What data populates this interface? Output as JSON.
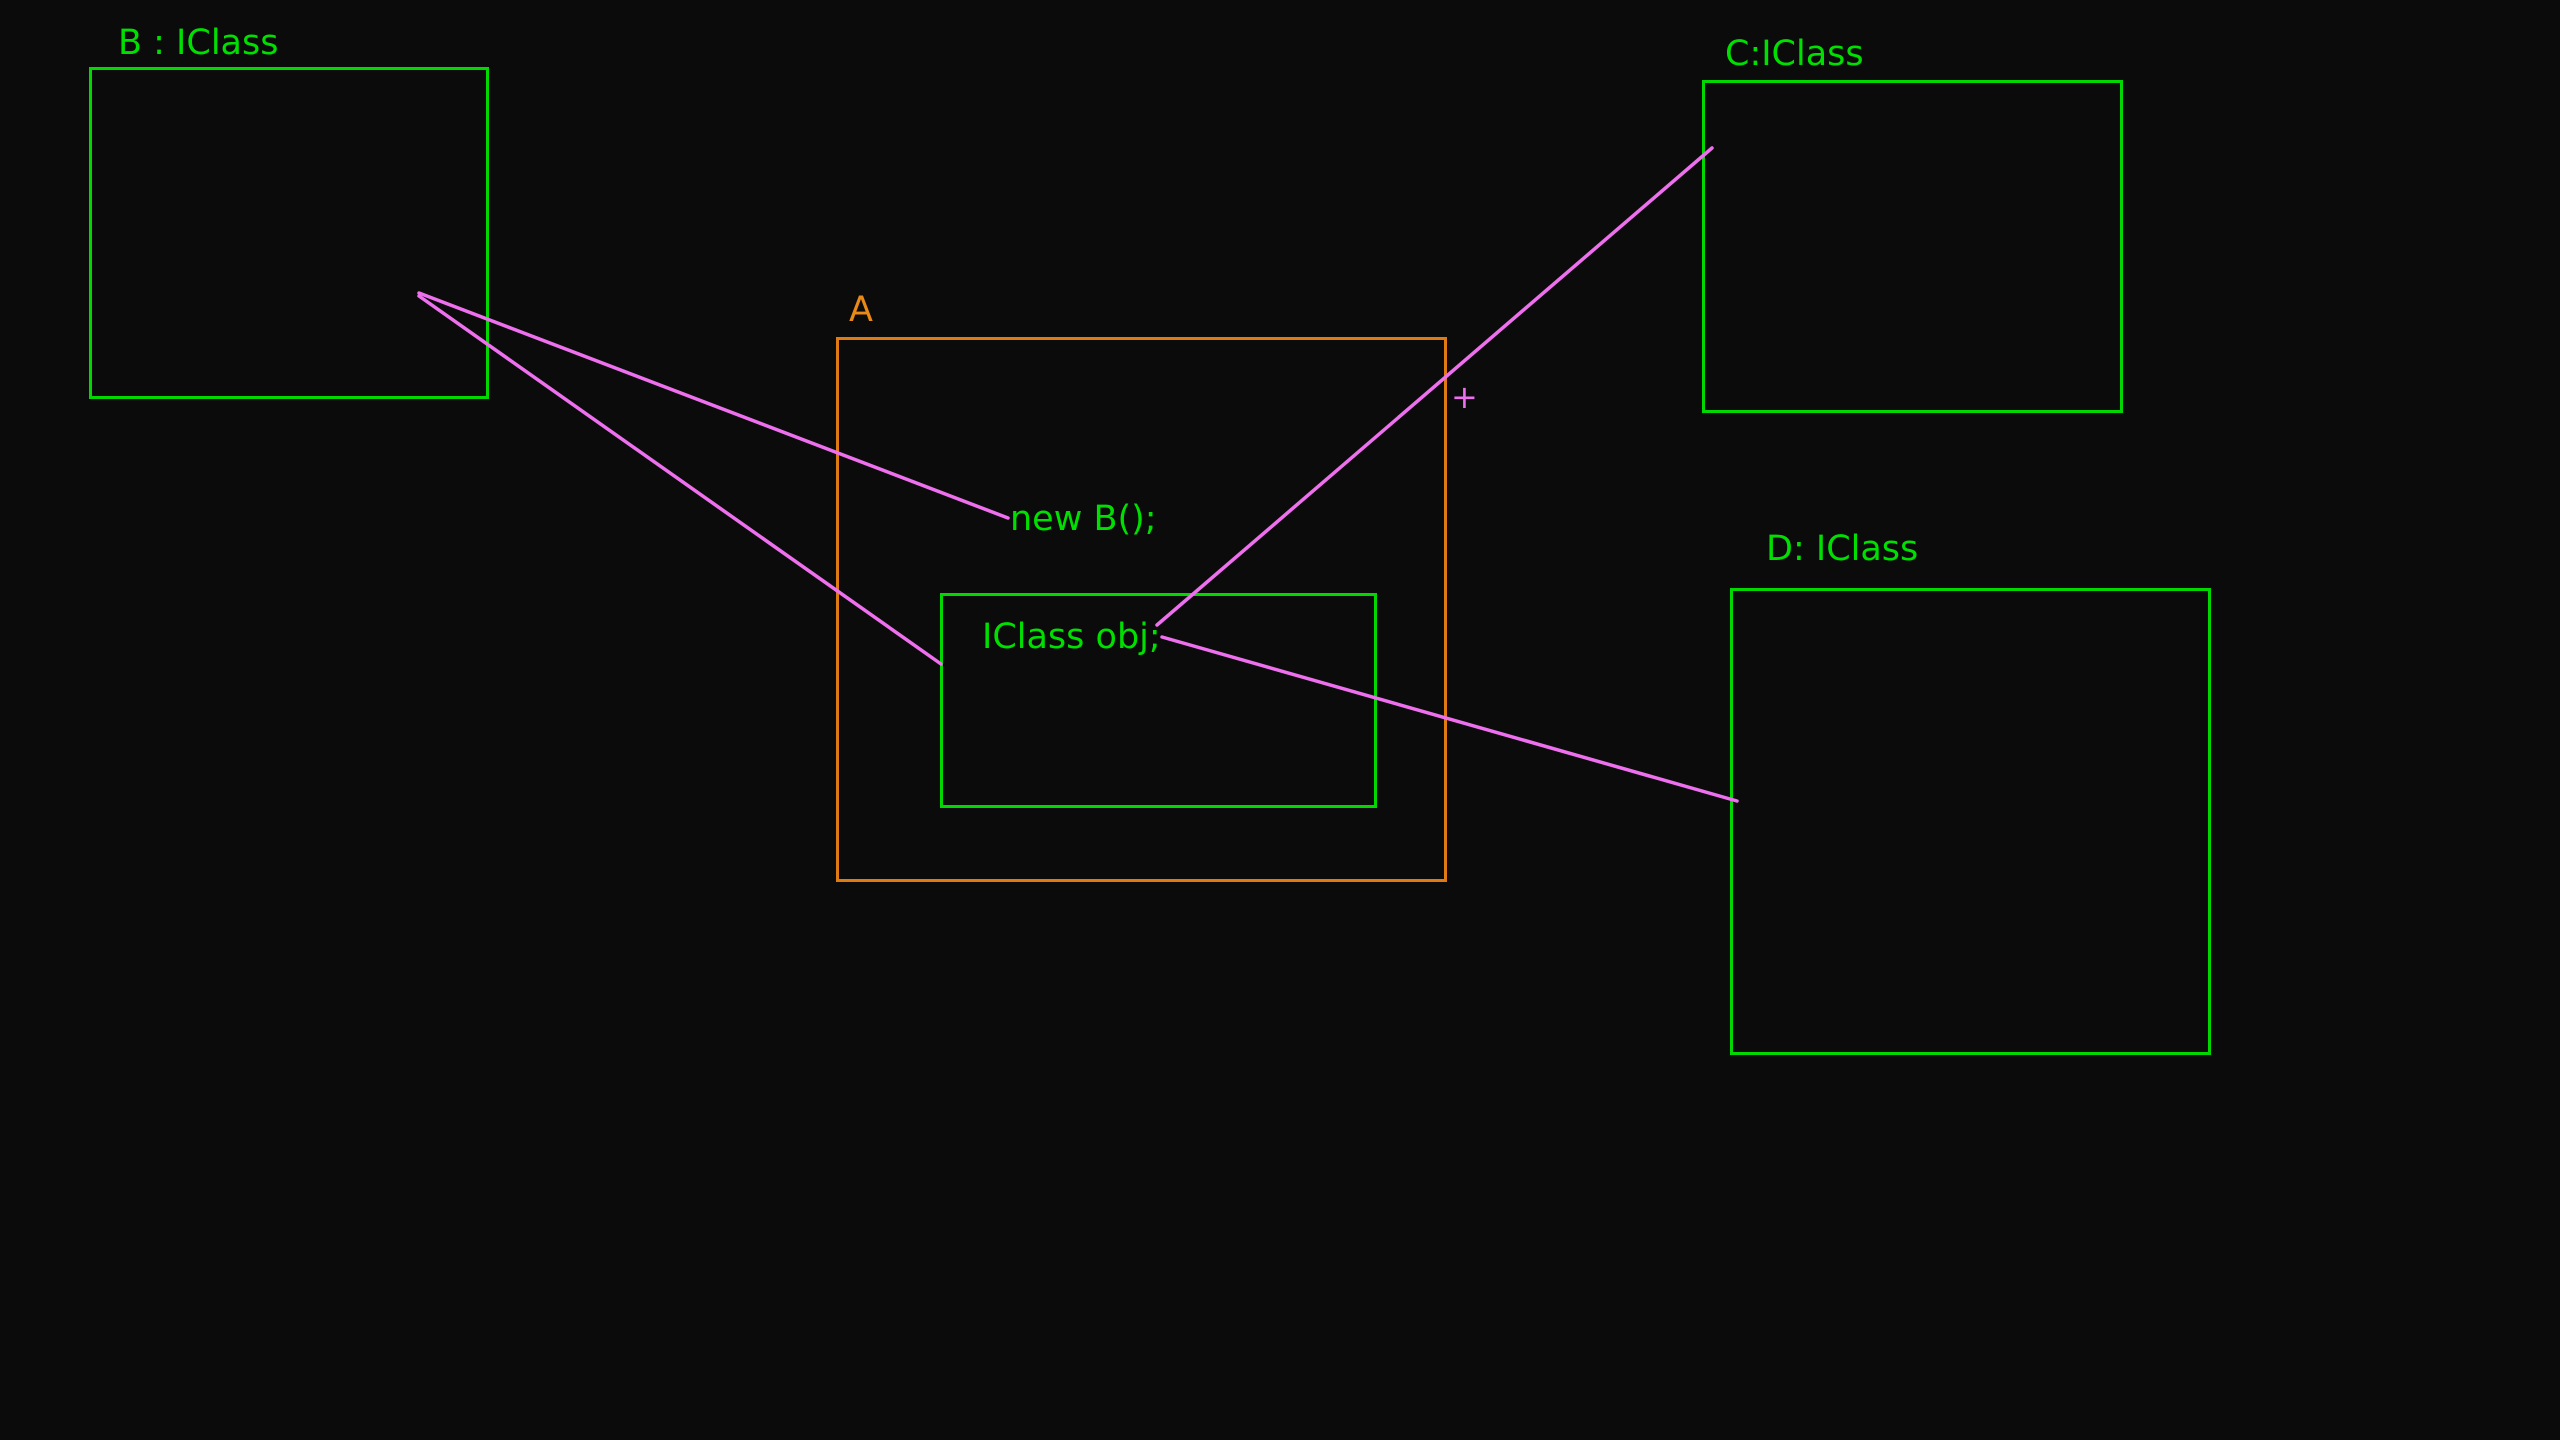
{
  "diagram": {
    "colors": {
      "background": "#0b0b0b",
      "class_box": "#00d800",
      "class_label": "#00e000",
      "container_box": "#e07a12",
      "container_label": "#e98a17",
      "connector": "#ee70ee"
    },
    "nodes": {
      "b_class": {
        "label": "B : IClass"
      },
      "c_class": {
        "label": "C:IClass"
      },
      "d_class": {
        "label": "D: IClass"
      },
      "a_class": {
        "label": "A"
      },
      "obj_field": {
        "label": "IClass obj;"
      },
      "new_b_call": {
        "label": "new B();"
      }
    },
    "cursor": {
      "symbol": "+"
    },
    "connections": [
      {
        "from": "b_class",
        "to": "new_b_call"
      },
      {
        "from": "b_class",
        "to": "obj_field"
      },
      {
        "from": "obj_field",
        "to": "c_class"
      },
      {
        "from": "obj_field",
        "to": "d_class"
      }
    ]
  }
}
